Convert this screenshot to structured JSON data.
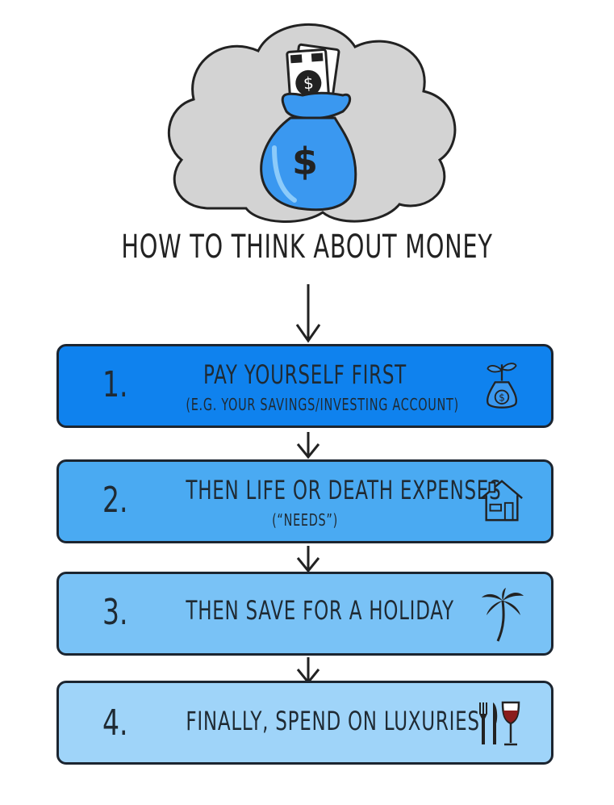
{
  "title": "HOW TO THINK ABOUT MONEY",
  "colors": {
    "step1": "#0f82ee",
    "step2": "#4aaaf2",
    "step3": "#79c2f6",
    "step4": "#9fd4f9",
    "cloud": "#d3d3d3",
    "bag": "#3a98f0"
  },
  "steps": [
    {
      "number": "1.",
      "label": "PAY YOURSELF FIRST",
      "sub": "(E.G. YOUR SAVINGS/INVESTING ACCOUNT)",
      "icon": "money-plant-bag-icon"
    },
    {
      "number": "2.",
      "label": "THEN LIFE OR DEATH EXPENSES",
      "sub": "(“NEEDS”)",
      "icon": "house-icon"
    },
    {
      "number": "3.",
      "label": "THEN SAVE FOR A HOLIDAY",
      "sub": "",
      "icon": "palm-tree-icon"
    },
    {
      "number": "4.",
      "label": "FINALLY, SPEND ON LUXURIES",
      "sub": "",
      "icon": "fork-knife-wine-icon"
    }
  ],
  "hero_icon": "money-bag-cloud-icon"
}
